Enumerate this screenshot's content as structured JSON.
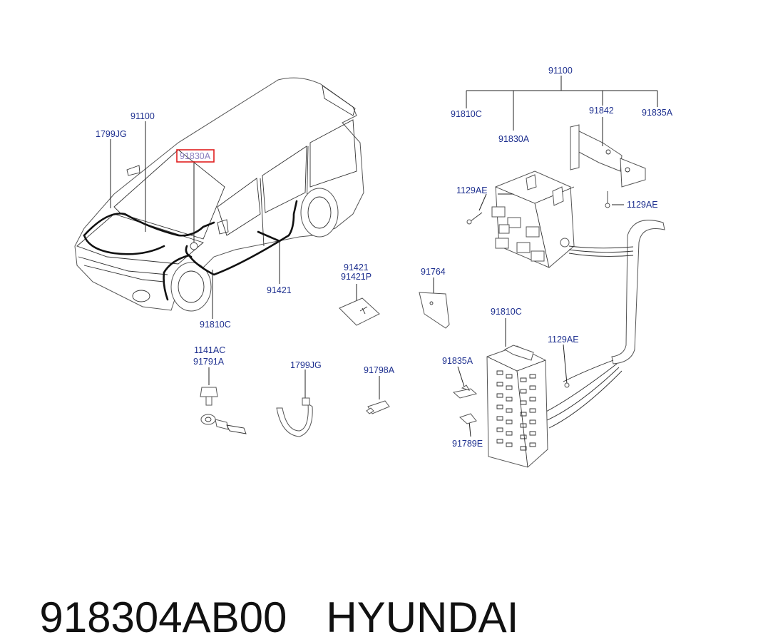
{
  "callouts": {
    "c_91100_car": "91100",
    "c_1799JG_car": "1799JG",
    "c_91830A_car": "91830A",
    "c_91421_car": "91421",
    "c_91810C_car": "91810C",
    "c_91100_top": "91100",
    "c_91810C_top": "91810C",
    "c_91842": "91842",
    "c_91835A_top": "91835A",
    "c_91830A_box": "91830A",
    "c_1129AE_left": "1129AE",
    "c_1129AE_right": "1129AE",
    "c_91421_pad": "91421",
    "c_91421P_pad": "91421P",
    "c_91764": "91764",
    "c_91810C_fuse": "91810C",
    "c_1129AE_fuse": "1129AE",
    "c_1141AC": "1141AC",
    "c_91791A": "91791A",
    "c_1799JG_clip": "1799JG",
    "c_91798A": "91798A",
    "c_91835A_fuse": "91835A",
    "c_91789E": "91789E"
  },
  "highlight_color": "#e02020",
  "label_color": "#1d2f8f",
  "footer": {
    "part_number": "918304AB00",
    "brand": "HYUNDAI"
  }
}
